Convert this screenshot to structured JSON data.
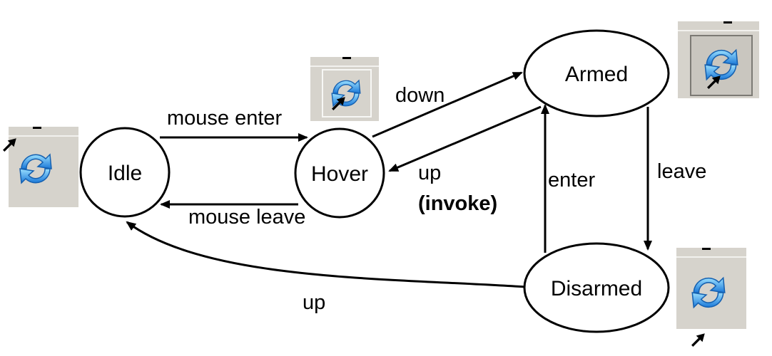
{
  "states": {
    "idle": "Idle",
    "hover": "Hover",
    "armed": "Armed",
    "disarmed": "Disarmed"
  },
  "transitions": {
    "idle_to_hover": "mouse enter",
    "hover_to_idle": "mouse leave",
    "hover_to_armed": "down",
    "armed_to_hover_line1": "up",
    "armed_to_hover_line2": "(invoke)",
    "armed_to_disarmed": "leave",
    "disarmed_to_armed": "enter",
    "disarmed_to_idle": "up"
  },
  "icons": {
    "idle": "refresh-icon-button-idle",
    "hover": "refresh-icon-button-hover",
    "armed": "refresh-icon-button-armed",
    "disarmed": "refresh-icon-button-disarmed"
  },
  "colors": {
    "button_face": "#d6d3cc",
    "icon_blue": "#1f8fe6",
    "icon_blue_light": "#7fd0ff"
  }
}
